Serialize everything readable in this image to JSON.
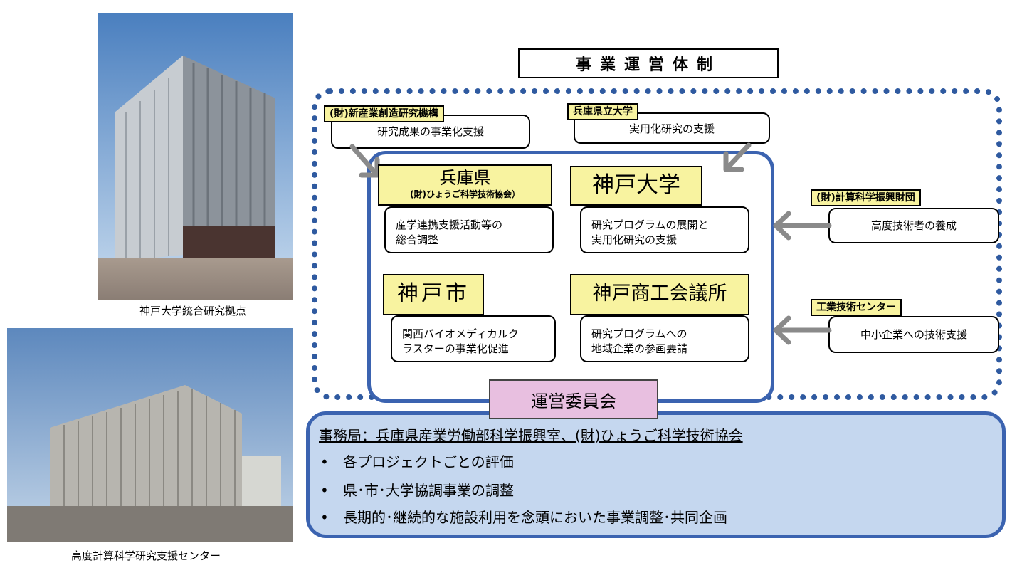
{
  "photos": {
    "top_caption": "神戸大学統合研究拠点",
    "bottom_caption": "高度計算科学研究支援センター"
  },
  "title": "事業運営体制",
  "orgs": {
    "nirc": {
      "label": "(財)新産業創造研究機構",
      "desc": "研究成果の事業化支援"
    },
    "hyogo_univ": {
      "label": "兵庫県立大学",
      "desc": "実用化研究の支援"
    },
    "hyogo_pref": {
      "label": "兵庫県",
      "sublabel": "(財)ひょうご科学技術協会）",
      "desc_line1": "産学連携支援活動等の",
      "desc_line2": "総合調整"
    },
    "kobe_univ": {
      "label": "神戸大学",
      "desc_line1": "研究プログラムの展開と",
      "desc_line2": "実用化研究の支援"
    },
    "kobe_city": {
      "label": "神戸市",
      "desc_line1": "関西バイオメディカルク",
      "desc_line2": "ラスターの事業化促進"
    },
    "kobe_chamber": {
      "label": "神戸商工会議所",
      "desc_line1": "研究プログラムへの",
      "desc_line2": "地域企業の参画要請"
    },
    "fcs": {
      "label": "(財)計算科学振興財団",
      "desc": "高度技術者の養成"
    },
    "itc": {
      "label": "工業技術センター",
      "desc": "中小企業への技術支援"
    }
  },
  "committee": "運営委員会",
  "secretariat": {
    "heading": "事務局：兵庫県産業労働部科学振興室、(財)ひょうご科学技術協会",
    "bullet_marker": "•",
    "items": [
      "各プロジェクトごとの評価",
      "県･市･大学協調事業の調整",
      "長期的･継続的な施設利用を念頭においた事業調整･共同企画"
    ]
  },
  "colors": {
    "frame_blue": "#2f5aa0",
    "label_yellow": "#f8f3a0",
    "committee_pink": "#e8bfe0",
    "panel_blue": "#c5d7ef",
    "arrow_gray": "#8a8a8a"
  }
}
